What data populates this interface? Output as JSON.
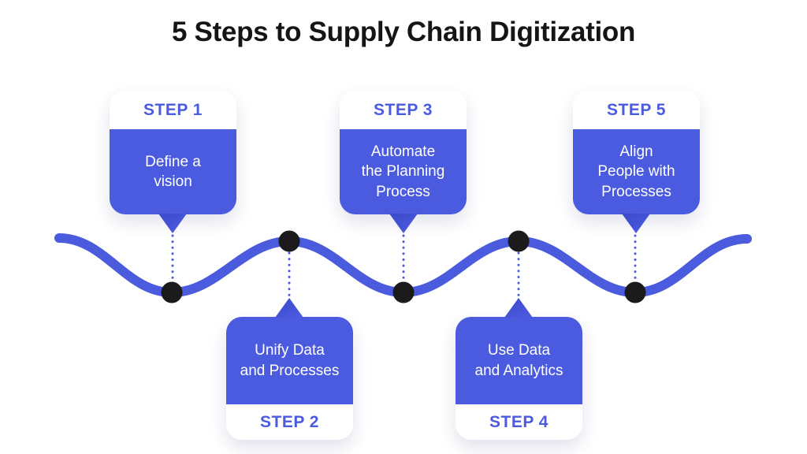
{
  "title": "5 Steps to Supply Chain Digitization",
  "theme": {
    "accent": "#4B5BE0",
    "wave": "#4A5BDE",
    "dot": "#1B1B1B",
    "pointer_dark": "#3B49C9",
    "pointer_light": "#4D5CE3",
    "background": "#FFFFFF",
    "title_color": "#151515",
    "card_text": "#FFFFFF"
  },
  "steps": [
    {
      "label": "STEP 1",
      "text": "Define a\nvision",
      "position": "top"
    },
    {
      "label": "STEP 2",
      "text": "Unify Data\nand Processes",
      "position": "bottom"
    },
    {
      "label": "STEP 3",
      "text": "Automate\nthe Planning\nProcess",
      "position": "top"
    },
    {
      "label": "STEP 4",
      "text": "Use Data\nand Analytics",
      "position": "bottom"
    },
    {
      "label": "STEP 5",
      "text": "Align\nPeople with\nProcesses",
      "position": "top"
    }
  ]
}
